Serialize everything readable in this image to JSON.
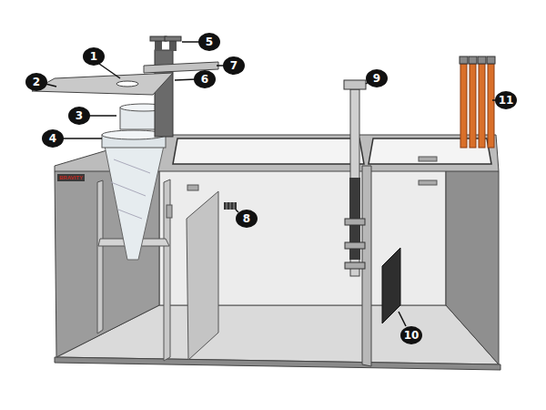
{
  "diagram": {
    "labels": [
      "1",
      "2",
      "3",
      "4",
      "5",
      "6",
      "7",
      "8",
      "9",
      "10",
      "11",
      "BRAVITY"
    ]
  }
}
